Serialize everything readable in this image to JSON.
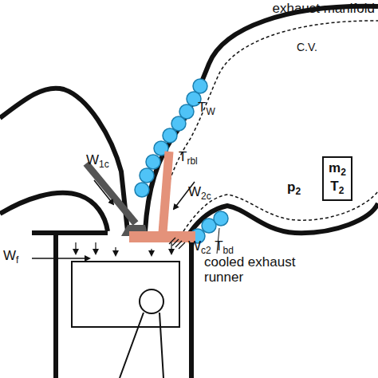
{
  "diagram": {
    "nodes": [
      {
        "text": [
          "m2 T2"
        ]
      }
    ],
    "labels": [
      "exhaust manifold",
      "C.V.",
      "TW",
      "Trbl",
      "W2c",
      "W1c",
      "Wc2 Tbd",
      "Wf",
      "cooled exhaust runner",
      "p2"
    ]
  }
}
